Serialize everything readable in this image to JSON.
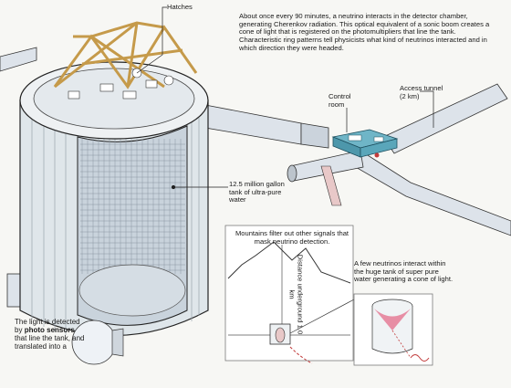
{
  "intro_text": "About once every 90 minutes, a neutrino interacts in the detector chamber, generating Cherenkov radiation. This optical equivalent of a sonic boom creates a cone of light that is registered on the photomultipliers that line the tank. Characteristic ring patterns tell physicists what kind of neutrinos interacted and in which direction they were headed.",
  "labels": {
    "top_partial": "Hatches",
    "control_room": "Control room",
    "access_tunnel": "Access tunnel (2 km)",
    "tank": "12.5 million gallon tank of ultra-pure water",
    "mountains": "Mountains filter out other signals that mask neutrino detection.",
    "distance": "Distance underground 1.0 km",
    "neutrinos": "A few neutrinos interact within the huge tank of super pure water generating a cone of light.",
    "light_prefix": "The light is detected by",
    "light_bold": "photo sensors",
    "light_suffix": "that line the tank, and translated into a"
  },
  "colors": {
    "tank_wall": "#dfe6ea",
    "tank_interior": "#c9d3dc",
    "truss": "#d9b77a",
    "tunnel": "#dde3ea",
    "control_room": "#6fb5c7",
    "mountain_fill": "#ffffff",
    "cone": "#e46c8a",
    "panel_border": "#7a7a7a"
  }
}
